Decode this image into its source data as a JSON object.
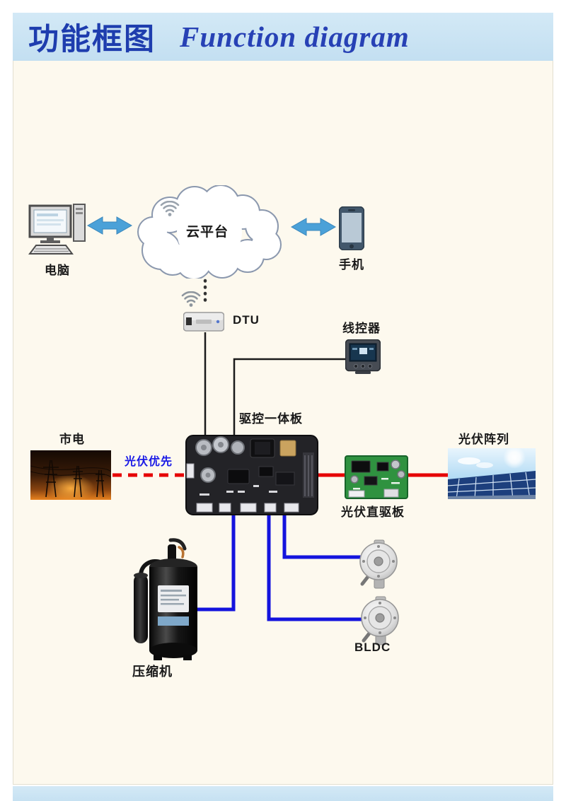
{
  "header": {
    "title_zh": "功能框图",
    "title_en": "Function diagram"
  },
  "nodes": {
    "computer": {
      "label": "电脑"
    },
    "cloud": {
      "label": "云平台"
    },
    "phone": {
      "label": "手机"
    },
    "dtu": {
      "label": "DTU"
    },
    "wire_controller": {
      "label": "线控器"
    },
    "main_board": {
      "label": "驱控一体板"
    },
    "mains_power": {
      "label": "市电"
    },
    "pv_array": {
      "label": "光伏阵列"
    },
    "pv_drive_board": {
      "label": "光伏直驱板"
    },
    "compressor": {
      "label": "压缩机"
    },
    "bldc_fans": {
      "label": "BLDC"
    }
  },
  "annotations": {
    "pv_priority": "光伏优先"
  },
  "colors": {
    "banner_bg": "#c8e2f2",
    "title_blue": "#1e3dae",
    "page_bg": "#fdf9ee",
    "arrow_blue": "#4aa0d6",
    "signal_line_black": "#1b1b1b",
    "power_line_blue": "#1414dd",
    "pv_line_red": "#e60000",
    "pv_priority_text": "#1a1ae6"
  }
}
